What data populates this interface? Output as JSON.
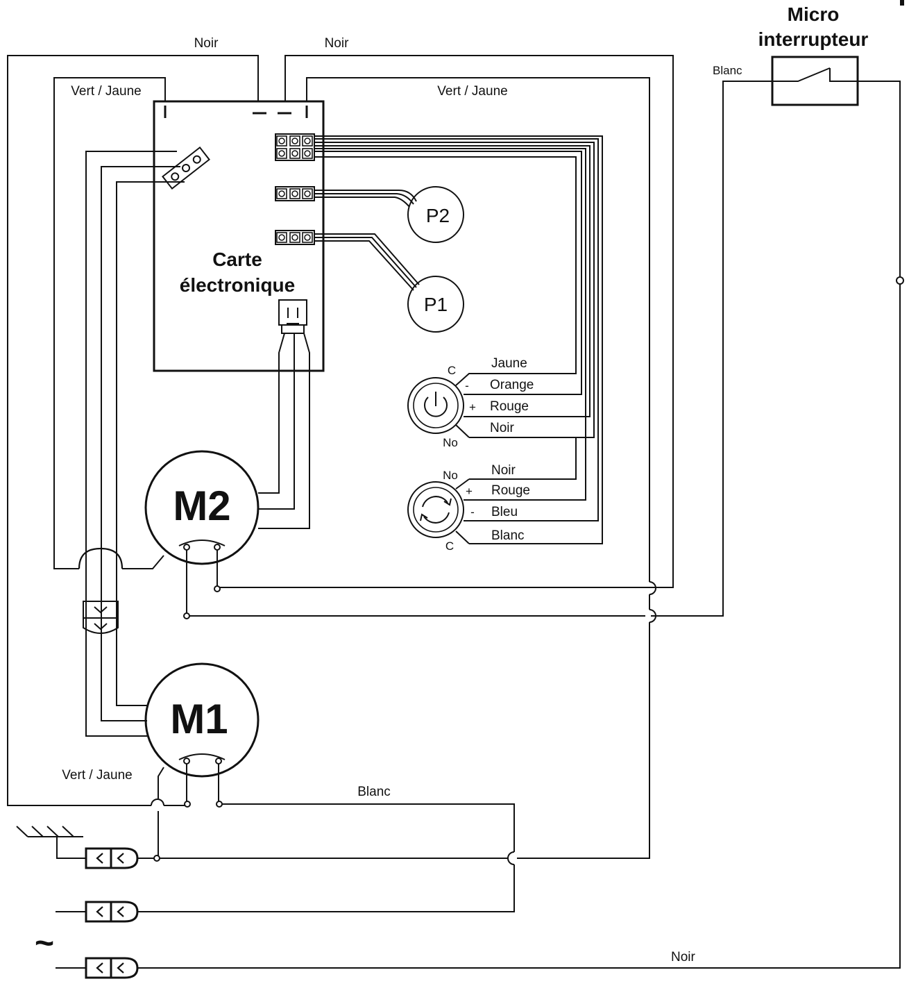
{
  "diagram": {
    "micro_switch_label_line1": "Micro",
    "micro_switch_label_line2": "interrupteur",
    "board_label_line1": "Carte",
    "board_label_line2": "électronique",
    "motor_m2_label": "M2",
    "motor_m1_label": "M1",
    "pump_p1_label": "P1",
    "pump_p2_label": "P2",
    "ac_symbol": "~",
    "wire_labels": {
      "noir_top_left": "Noir",
      "noir_top_right": "Noir",
      "vert_jaune_top_left": "Vert / Jaune",
      "vert_jaune_top_right": "Vert / Jaune",
      "blanc_switch": "Blanc",
      "vert_jaune_bottom": "Vert / Jaune",
      "blanc_bottom": "Blanc",
      "noir_bottom": "Noir"
    },
    "power_button": {
      "terminal_c": "C",
      "terminal_no": "No",
      "sign_minus": "-",
      "sign_plus": "+",
      "wires": [
        "Jaune",
        "Orange",
        "Rouge",
        "Noir"
      ]
    },
    "cycle_button": {
      "terminal_no": "No",
      "terminal_c": "C",
      "sign_plus": "+",
      "sign_minus": "-",
      "wires": [
        "Noir",
        "Rouge",
        "Bleu",
        "Blanc"
      ]
    }
  }
}
